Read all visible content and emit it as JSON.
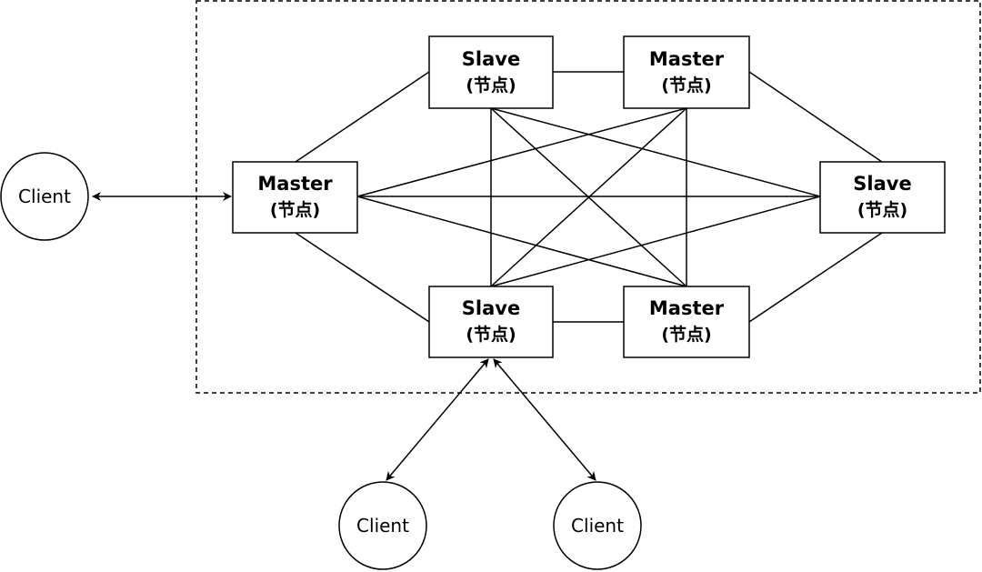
{
  "diagram": {
    "nodes": [
      {
        "id": "n-left",
        "role": "Master",
        "sub": "(节点)"
      },
      {
        "id": "n-top-left",
        "role": "Slave",
        "sub": "(节点)"
      },
      {
        "id": "n-top-right",
        "role": "Master",
        "sub": "(节点)"
      },
      {
        "id": "n-right",
        "role": "Slave",
        "sub": "(节点)"
      },
      {
        "id": "n-bottom-left",
        "role": "Slave",
        "sub": "(节点)"
      },
      {
        "id": "n-bottom-right",
        "role": "Master",
        "sub": "(节点)"
      }
    ],
    "clients": [
      {
        "id": "c-left",
        "label": "Client"
      },
      {
        "id": "c-bottom-1",
        "label": "Client"
      },
      {
        "id": "c-bottom-2",
        "label": "Client"
      }
    ],
    "connections": [
      [
        "n-left",
        "n-top-left"
      ],
      [
        "n-left",
        "n-bottom-left"
      ],
      [
        "n-top-left",
        "n-top-right"
      ],
      [
        "n-bottom-left",
        "n-bottom-right"
      ],
      [
        "n-top-right",
        "n-right"
      ],
      [
        "n-bottom-right",
        "n-right"
      ],
      [
        "n-left",
        "n-right"
      ],
      [
        "n-left",
        "n-top-right"
      ],
      [
        "n-left",
        "n-bottom-right"
      ],
      [
        "n-top-left",
        "n-right"
      ],
      [
        "n-top-left",
        "n-bottom-left"
      ],
      [
        "n-top-left",
        "n-bottom-right"
      ],
      [
        "n-top-right",
        "n-bottom-left"
      ],
      [
        "n-top-right",
        "n-bottom-right"
      ],
      [
        "n-bottom-left",
        "n-right"
      ]
    ],
    "client_links": [
      [
        "c-left",
        "n-left"
      ],
      [
        "c-bottom-1",
        "n-bottom-left"
      ],
      [
        "c-bottom-2",
        "n-bottom-left"
      ]
    ]
  }
}
